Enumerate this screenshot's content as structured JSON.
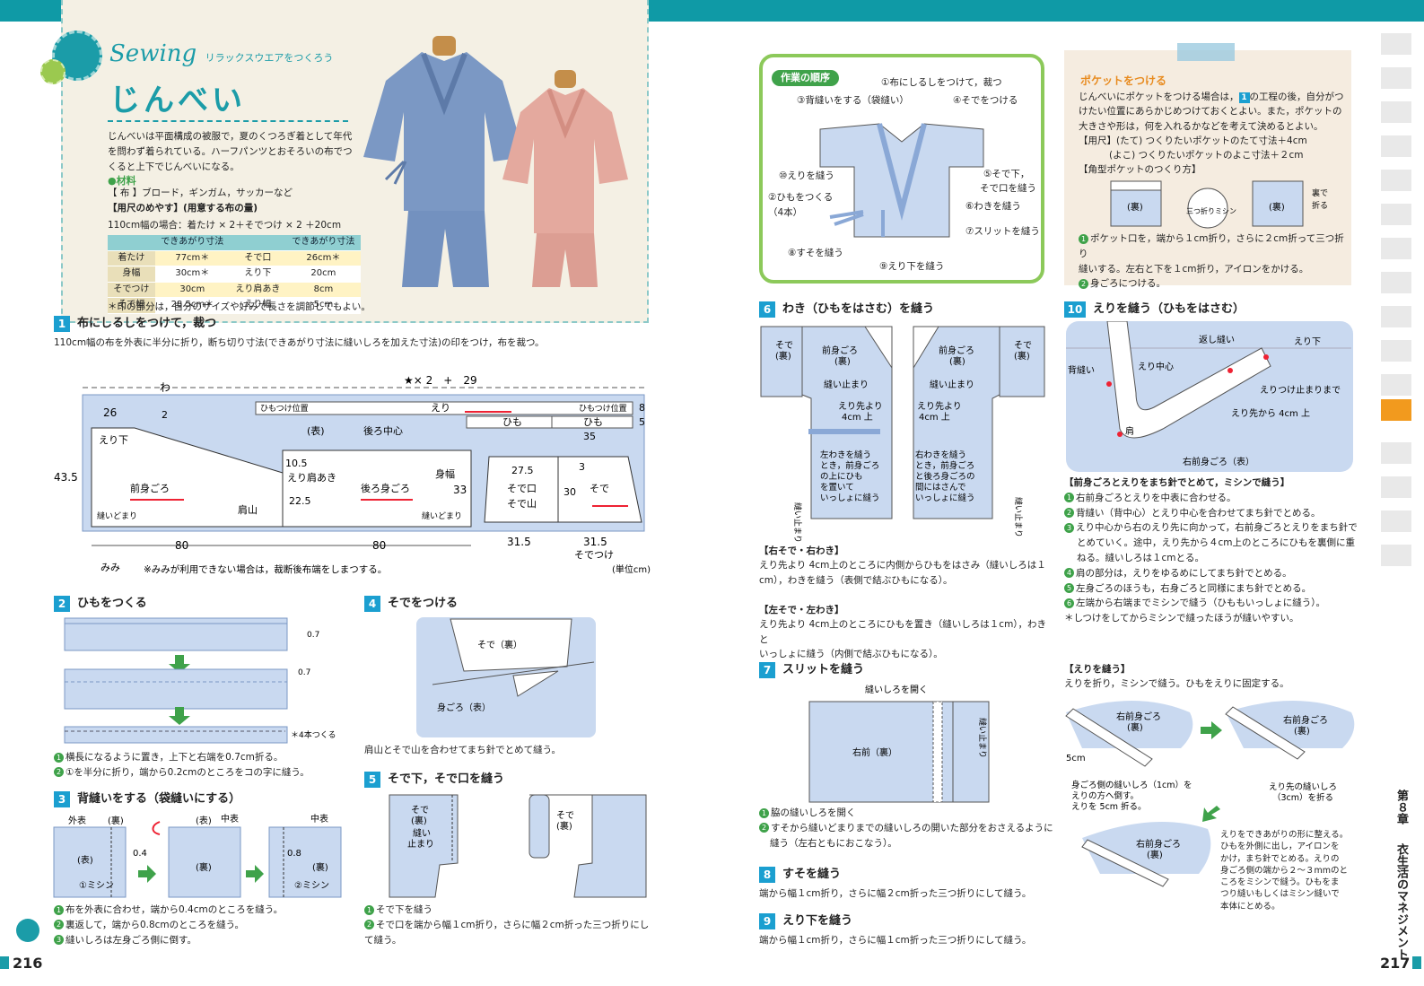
{
  "colors": {
    "teal": "#0f9aa6",
    "fabric": "#c9d9f0",
    "green": "#3fa24a",
    "beige": "#f5ece0",
    "pink": "#e4a99e",
    "blue": "#7b98c4"
  },
  "left": {
    "sewing": "Sewing",
    "sewing_sub": "リラックスウエアをつくろう",
    "title": "じんべい",
    "intro": [
      "じんべいは平面構成の被服で，夏のくつろぎ着として年代",
      "を問わず着られている。ハーフパンツとおそろいの布でつ",
      "くると上下でじんべいになる。"
    ],
    "materials_head": "●材料",
    "materials_cloth": "【 布 】ブロード，ギンガム，サッカーなど",
    "fabric_amount_head": "【用尺のめやす】(用意する布の量)",
    "fabric_amount": "110cm幅の場合：着たけ × 2＋そでつけ × 2 ＋20cm",
    "table_head": [
      "",
      "できあがり寸法",
      "",
      "できあがり寸法"
    ],
    "table_rows": [
      [
        "着たけ",
        "77cm＊",
        "そで口",
        "26cm＊"
      ],
      [
        "身幅",
        "30cm＊",
        "えり下",
        "20cm"
      ],
      [
        "そでつけ",
        "30cm",
        "えり肩あき",
        "8cm"
      ],
      [
        "そで幅",
        "28.5cm＊",
        "えり幅",
        "5cm"
      ]
    ],
    "note": "＊印の部分は，自分のサイズや好みで長さを調節してもよい。",
    "s1_num": "1",
    "s1_title": "布にしるしをつけて，裁つ",
    "s1_text": "110cm幅の布を外表に半分に折り，断ち切り寸法(できあがり寸法に縫いしろを加えた寸法)の印をつけ，布を裁つ。",
    "layout": {
      "wa": "わ",
      "star": "★× 2　+　29",
      "himo_pos": "ひもつけ位置",
      "eri": "えり",
      "himo_pos2": "ひもつけ位置",
      "n8": "8",
      "n5": "5",
      "himo1": "ひも",
      "himo2": "ひも",
      "n35": "35",
      "n26": "26",
      "n2": "2",
      "eri_shita": "えり下",
      "omote": "(表)",
      "ushiro_chushin": "後ろ中心",
      "mihaba": "身幅",
      "n33": "33",
      "n105": "10.5",
      "eri_kata": "えり肩あき",
      "n275": "27.5",
      "n3": "3",
      "sodeguchi": "そで口",
      "n30": "30",
      "sode": "そで",
      "sodeyama": "そで山",
      "n435": "43.5",
      "maemigoro": "前身ごろ",
      "ushiromigoro": "後ろ身ごろ",
      "katayama": "肩山",
      "n225": "22.5",
      "nuidomari": "縫いどまり",
      "nuidomari2": "縫いどまり",
      "n80a": "80",
      "n80b": "80",
      "n315a": "31.5",
      "n315b": "31.5",
      "sodetsuke": "そでつけ",
      "mimi": "みみ",
      "mimi_note": "※みみが利用できない場合は，裁断後布端をしまつする。",
      "unit": "(単位cm)"
    },
    "s2_num": "2",
    "s2_title": "ひもをつくる",
    "s2_n07a": "0.7",
    "s2_n07b": "0.7",
    "s2_four": "＊4本つくる",
    "s2_steps": [
      "横長になるように置き，上下と右端を0.7cm折る。",
      "①を半分に折り，端から0.2cmのところをコの字に縫う。"
    ],
    "s3_num": "3",
    "s3_title": "背縫いをする（袋縫いにする）",
    "s3_labels": {
      "sotoomote": "外表",
      "ura1": "(裏)",
      "omote1": "(表)",
      "n04": "0.4",
      "mishin1": "①ミシン",
      "omote2": "(表)",
      "chuomote1": "中表",
      "ura2": "(裏)",
      "chuomote2": "中表",
      "n08": "0.8",
      "ura3": "(裏)",
      "mishin2": "②ミシン"
    },
    "s3_steps": [
      "布を外表に合わせ，端から0.4cmのところを縫う。",
      "裏返して，端から0.8cmのところを縫う。",
      "縫いしろは左身ごろ側に倒す。"
    ],
    "s4_num": "4",
    "s4_title": "そでをつける",
    "s4_sode": "そで（裏）",
    "s4_migoro": "身ごろ（表）",
    "s4_text": "肩山とそで山を合わせてまち針でとめて縫う。",
    "s5_num": "5",
    "s5_title": "そで下，そで口を縫う",
    "s5_sode1": "そで",
    "s5_ura1": "(裏)",
    "s5_nui": "縫い",
    "s5_tomari": "止まり",
    "s5_sode2": "そで",
    "s5_ura2": "(裏)",
    "s5_steps": [
      "そで下を縫う",
      "そで口を端から幅１cm折り，さらに幅２cm折った三つ折りにして縫う。"
    ],
    "page": "216"
  },
  "right": {
    "order_title": "作業の順序",
    "order": [
      "①布にしるしをつけて，裁つ",
      "③背縫いをする（袋縫い）",
      "④そでをつける",
      "⑩えりを縫う",
      "⑤そで下，",
      "そで口を縫う",
      "②ひもをつくる",
      "（4本）",
      "⑥わきを縫う",
      "⑦スリットを縫う",
      "⑧すそを縫う",
      "⑨えり下を縫う"
    ],
    "pocket_title": "ポケットをつける",
    "pocket_text": [
      "じんべいにポケットをつける場合は，",
      "1",
      "の工程の後，自分がつ",
      "けたい位置にあらかじめつけておくとよい。また，ポケットの",
      "大きさや形は，何を入れるかなどを考えて決めるとよい。"
    ],
    "pocket_yo1": "【用尺】(たて) つくりたいポケットのたて寸法＋4cm",
    "pocket_yo2": "(よこ) つくりたいポケットのよこ寸法＋２cm",
    "pocket_kaku": "【角型ポケットのつくり方】",
    "pocket_ura1": "(裏)",
    "pocket_mitsu": "三つ折りミシン",
    "pocket_ura2": "(裏)",
    "pocket_ura": "裏で",
    "pocket_oru": "折る",
    "pocket_steps": [
      "ポケット口を，端から１cm折り，さらに２cm折って三つ折り",
      "縫いする。左右と下を１cm折り，アイロンをかける。",
      "身ごろにつける。"
    ],
    "s6_num": "6",
    "s6_title": "わき（ひもをはさむ）を縫う",
    "s6_labels": {
      "sode_l": "そで",
      "ura_l": "(裏)",
      "mae_l": "前身ごろ",
      "maeura_l": "(裏)",
      "nui_l": "縫い止まり",
      "eri_l1": "えり先より",
      "eri_l2": "4cm 上",
      "w1": "左わきを縫う",
      "w2": "とき，前身ごろ",
      "w3": "の上にひも",
      "w4": "を置いて",
      "w5": "いっしょに縫う",
      "side_l": "縫い止まり",
      "mae_r": "前身ごろ",
      "maeura_r": "(裏)",
      "sode_r": "そで",
      "ura_r": "(裏)",
      "nui_r": "縫い止まり",
      "eri_r1": "えり先より",
      "eri_r2": "4cm 上",
      "r1": "右わきを縫う",
      "r2": "とき，前身ごろ",
      "r3": "と後ろ身ごろの",
      "r4": "間にはさんで",
      "r5": "いっしょに縫う",
      "side_r": "縫い止まり"
    },
    "s6_right_head": "【右そで・右わき】",
    "s6_right_text": [
      "えり先より 4cm上のところに内側からひもをはさみ（縫いしろは１",
      "cm），わきを縫う（表側で結ぶひもになる）。"
    ],
    "s6_left_head": "【左そで・左わき】",
    "s6_left_text": [
      "えり先より 4cm上のところにひもを置き（縫いしろは１cm），わきと",
      "いっしょに縫う（内側で結ぶひもになる）。"
    ],
    "s7_num": "7",
    "s7_title": "スリットを縫う",
    "s7_hiraku": "縫いしろを開く",
    "s7_migi": "右前（裏）",
    "s7_tomari": "縫い止まり",
    "s7_steps": [
      "脇の縫いしろを開く",
      "すそから縫いどまりまでの縫いしろの開いた部分をおさえるように",
      "縫う（左右ともにおこなう）。"
    ],
    "s8_num": "8",
    "s8_title": "すそを縫う",
    "s8_text": "端から幅１cm折り，さらに幅２cm折った三つ折りにして縫う。",
    "s9_num": "9",
    "s9_title": "えり下を縫う",
    "s9_text": "端から幅１cm折り，さらに幅１cm折った三つ折りにして縫う。",
    "s10_num": "10",
    "s10_title": "えりを縫う（ひもをはさむ）",
    "s10_labels": {
      "kaeshi": "返し縫い",
      "erishita": "えり下",
      "senui": "背縫い",
      "erichushin": "えり中心",
      "eritsuke": "えりつけ止まりまで",
      "erisaki": "えり先から 4cm 上",
      "kata": "肩",
      "migimae": "右前身ごろ（表）"
    },
    "s10_head": "【前身ごろとえりをまち針でとめて，ミシンで縫う】",
    "s10_steps": [
      "右前身ごろとえりを中表に合わせる。",
      "背縫い（背中心）とえり中心を合わせてまち針でとめる。",
      "えり中心から右のえり先に向かって，右前身ごろとえりをまち針で",
      "とめていく。途中，えり先から４cm上のところにひもを裏側に重",
      "ねる。縫いしろは１cmとる。",
      "肩の部分は，えりをゆるめにしてまち針でとめる。",
      "左身ごろのほうも，右身ごろと同様にまち針でとめる。",
      "左端から右端までミシンで縫う（ひももいっしょに縫う）。"
    ],
    "s10_note": "＊しつけをしてからミシンで縫ったほうが縫いやすい。",
    "eri_head": "【えりを縫う】",
    "eri_text": "えりを折り，ミシンで縫う。ひもをえりに固定する。",
    "eri_labels": {
      "mae1": "右前身ごろ",
      "ura1": "(裏)",
      "mae2": "右前身ごろ",
      "ura2": "(裏)",
      "cm5": "5cm",
      "n1": "身ごろ側の縫いしろ（1cm）を",
      "n2": "えりの方へ倒す。",
      "n3": "えりを 5cm 折る。",
      "s1": "えり先の縫いしろ",
      "s2": "（3cm）を折る",
      "mae3": "右前身ごろ",
      "ura3": "(裏)"
    },
    "eri_final": [
      "えりをできあがりの形に整える。",
      "ひもを外側に出し，アイロンを",
      "かけ，まち針でとめる。えりの",
      "身ごろ側の端から２～３mmのと",
      "ころをミシンで縫う。ひもをま",
      "つり縫いもしくはミシン縫いで",
      "本体にとめる。"
    ],
    "chapter": "第８章",
    "chapter_title": "衣生活のマネジメント",
    "page": "217"
  }
}
